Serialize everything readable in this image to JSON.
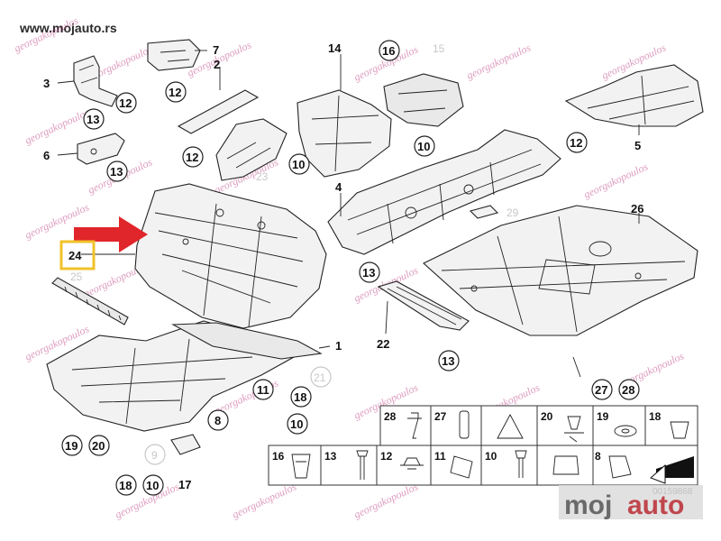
{
  "site": {
    "url": "www.mojauto.rs",
    "logo_left": "moj",
    "logo_right": "auto"
  },
  "watermark": {
    "text": "georgakopoulos",
    "color": "#c24a8a"
  },
  "diagram_code": "00159868",
  "highlight": {
    "label": "24",
    "box_color": "#f0c22a",
    "arrow_color": "#e0262a"
  },
  "callouts": [
    "1",
    "2",
    "3",
    "4",
    "5",
    "6",
    "7",
    "8",
    "9",
    "10",
    "11",
    "12",
    "13",
    "14",
    "15",
    "16",
    "17",
    "18",
    "19",
    "20",
    "21",
    "22",
    "23",
    "24",
    "25",
    "26",
    "27",
    "28",
    "29"
  ],
  "grid": {
    "row1": [
      "28",
      "27",
      "",
      "20",
      "19",
      "18"
    ],
    "row2": [
      "16",
      "13",
      "12",
      "11",
      "10",
      "8",
      ""
    ]
  }
}
